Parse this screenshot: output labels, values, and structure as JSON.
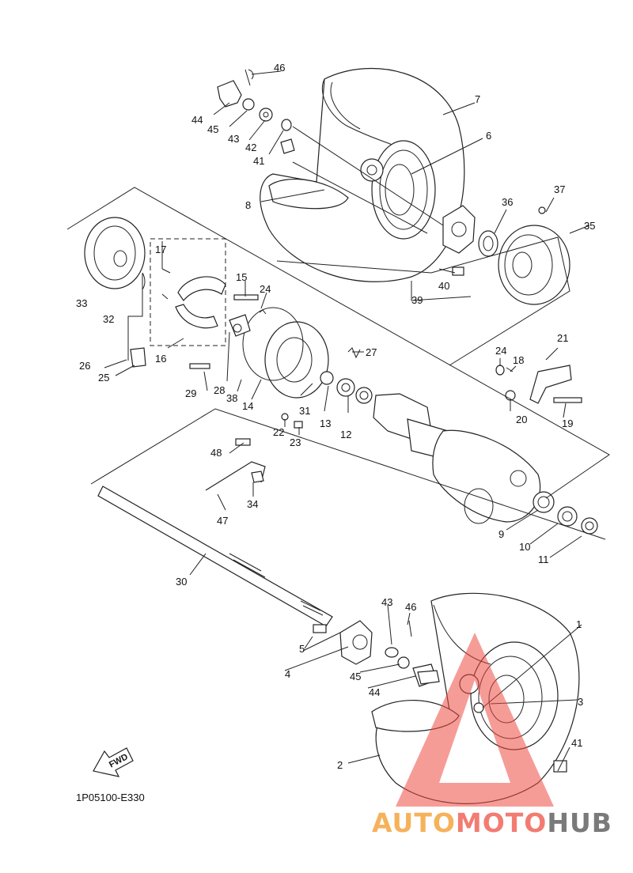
{
  "diagram": {
    "part_code": "1P05100-E330",
    "fwd_label": "FWD",
    "callouts": [
      "1",
      "2",
      "3",
      "4",
      "5",
      "6",
      "7",
      "8",
      "9",
      "10",
      "11",
      "12",
      "13",
      "14",
      "15",
      "16",
      "17",
      "18",
      "19",
      "20",
      "21",
      "22",
      "23",
      "24",
      "24",
      "25",
      "26",
      "27",
      "28",
      "29",
      "30",
      "31",
      "32",
      "33",
      "34",
      "35",
      "36",
      "37",
      "38",
      "39",
      "40",
      "41",
      "41",
      "42",
      "43",
      "43",
      "44",
      "44",
      "45",
      "45",
      "46",
      "46",
      "47",
      "48"
    ]
  },
  "watermark": {
    "word_part1": "AUTO",
    "word_part2": "MOTO",
    "word_part3": "HUB",
    "color1": "#f6b25b",
    "color2": "#f27c72",
    "color3": "#7a7a7a"
  }
}
